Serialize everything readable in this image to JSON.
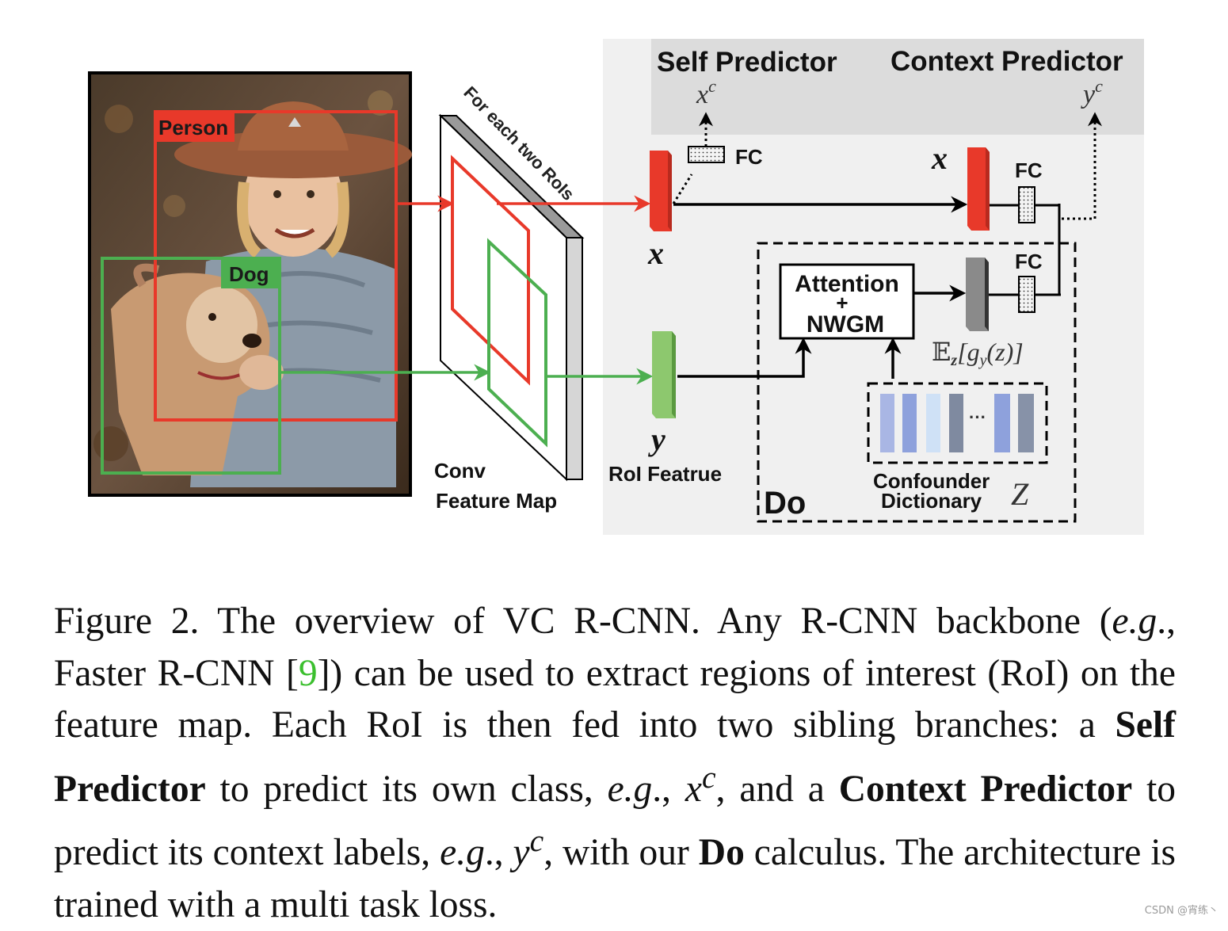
{
  "photo": {
    "person_label": "Person",
    "dog_label": "Dog"
  },
  "feature_map": {
    "slab_text": "For each two RoIs",
    "label_line1": "Conv",
    "label_line2": "Feature Map"
  },
  "headers": {
    "self_predictor": "Self Predictor",
    "context_predictor": "Context Predictor"
  },
  "math": {
    "x": "x",
    "y": "y",
    "x_c": "x",
    "y_c": "y",
    "sup_c": "c",
    "z_dict": "Z",
    "expectation": "𝔼",
    "expectation_rest": "[g",
    "expectation_sub": "y",
    "expectation_tail": "(z)]",
    "expectation_z": "z"
  },
  "labels": {
    "fc": "FC",
    "roi_feature": "RoI Featrue",
    "attention": "Attention",
    "plus": "+",
    "nwgm": "NWGM",
    "confounder_line1": "Confounder",
    "confounder_line2": "Dictionary",
    "do": "Do",
    "ellipsis": "···"
  },
  "colors": {
    "red": "#e8392a",
    "green": "#4caf50",
    "panel_gray": "#f0f0f0",
    "header_gray": "#dcdcdc"
  },
  "caption": {
    "p1": "Figure 2. The overview of VC R-CNN. Any R-CNN backbone (",
    "eg1": "e.g",
    "p2": "., Faster R-CNN [",
    "cite": "9",
    "p3": "]) can be used to extract regions of interest (RoI) on the feature map.  Each RoI is then fed into two sibling branches: a ",
    "self_pred": "Self Predictor",
    "p4": " to predict its own class, ",
    "eg2": "e.g",
    "p5": "., ",
    "xc_base": "x",
    "xc_sup": "c",
    "p6": ", and a ",
    "ctx_pred": "Context Predictor",
    "p7": " to predict its context labels, ",
    "eg3": "e.g",
    "p8": "., ",
    "yc_base": "y",
    "yc_sup": "c",
    "p9": ", with our ",
    "do": "Do",
    "p10": " calculus. The architecture is trained with a multi task loss."
  },
  "watermark": "CSDN @宵练丶"
}
